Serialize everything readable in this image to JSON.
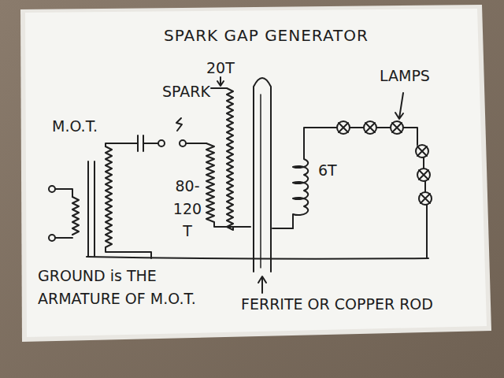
{
  "diagram": {
    "title": "SPARK GAP GENERATOR",
    "labels": [
      "20T",
      "SPARK",
      "M.O.T.",
      "80-120 T",
      "6T",
      "LAMPS",
      "GROUND is THE ARMATURE OF M.O.T.",
      "FERRITE OR COPPER ROD"
    ]
  }
}
